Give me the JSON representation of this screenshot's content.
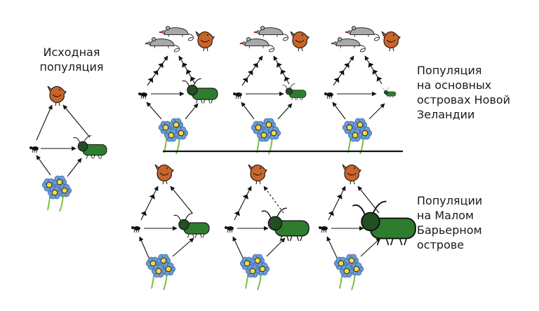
{
  "labels": {
    "initial": [
      "Исходная",
      "популяция"
    ],
    "main_islands": [
      "Популяция",
      "на основных",
      "островах Новой",
      "Зеландии"
    ],
    "small_island": [
      "Популяции",
      "на Малом",
      "Барьерном",
      "острове"
    ]
  },
  "colors": {
    "bird": "#c9652a",
    "beetle": "#2e7d2e",
    "beetle_head": "#234f23",
    "flower_petal": "#6b9bd6",
    "flower_center": "#f3dc3a",
    "stem": "#7ac043",
    "rodent": "#a8a8a8",
    "ink": "#111111",
    "divider": "#111111"
  },
  "icons": [
    "bird-icon",
    "beetle-icon",
    "flower-icon",
    "rodent-icon",
    "small-insect-icon"
  ]
}
